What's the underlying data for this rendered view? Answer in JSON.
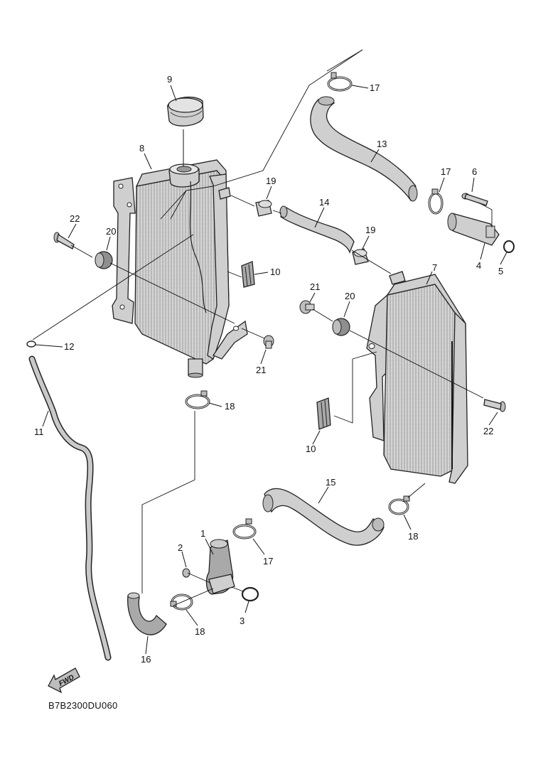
{
  "diagram": {
    "callouts": [
      {
        "id": "c1",
        "text": "1"
      },
      {
        "id": "c2",
        "text": "2"
      },
      {
        "id": "c3",
        "text": "3"
      },
      {
        "id": "c4",
        "text": "4"
      },
      {
        "id": "c5",
        "text": "5"
      },
      {
        "id": "c6",
        "text": "6"
      },
      {
        "id": "c7",
        "text": "7"
      },
      {
        "id": "c8",
        "text": "8"
      },
      {
        "id": "c9",
        "text": "9"
      },
      {
        "id": "c10a",
        "text": "10"
      },
      {
        "id": "c10b",
        "text": "10"
      },
      {
        "id": "c11",
        "text": "11"
      },
      {
        "id": "c12",
        "text": "12"
      },
      {
        "id": "c13",
        "text": "13"
      },
      {
        "id": "c14",
        "text": "14"
      },
      {
        "id": "c15",
        "text": "15"
      },
      {
        "id": "c16",
        "text": "16"
      },
      {
        "id": "c17a",
        "text": "17"
      },
      {
        "id": "c17b",
        "text": "17"
      },
      {
        "id": "c17c",
        "text": "17"
      },
      {
        "id": "c18a",
        "text": "18"
      },
      {
        "id": "c18b",
        "text": "18"
      },
      {
        "id": "c18c",
        "text": "18"
      },
      {
        "id": "c19a",
        "text": "19"
      },
      {
        "id": "c19b",
        "text": "19"
      },
      {
        "id": "c20a",
        "text": "20"
      },
      {
        "id": "c20b",
        "text": "20"
      },
      {
        "id": "c21a",
        "text": "21"
      },
      {
        "id": "c21b",
        "text": "21"
      },
      {
        "id": "c22a",
        "text": "22"
      },
      {
        "id": "c22b",
        "text": "22"
      }
    ],
    "fwd_arrow_label": "FWD",
    "reference_code": "B7B2300DU060"
  }
}
